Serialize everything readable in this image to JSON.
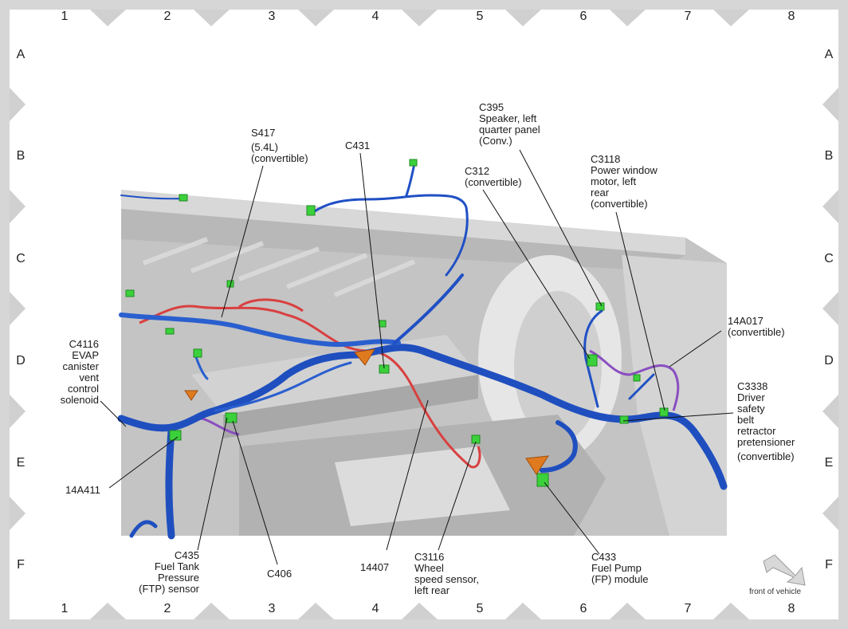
{
  "grid": {
    "columns": [
      "1",
      "2",
      "3",
      "4",
      "5",
      "6",
      "7",
      "8"
    ],
    "rows": [
      "A",
      "B",
      "C",
      "D",
      "E",
      "F"
    ]
  },
  "labels": {
    "s417": [
      "S417",
      "(5.4L)",
      "(convertible)"
    ],
    "c431": [
      "C431"
    ],
    "c395": [
      "C395",
      "Speaker, left",
      "quarter panel",
      "(Conv.)"
    ],
    "c312": [
      "C312",
      "(convertible)"
    ],
    "c3118": [
      "C3118",
      "Power window",
      "motor, left",
      "rear",
      "(convertible)"
    ],
    "a14a017": [
      "14A017",
      "(convertible)"
    ],
    "c4116": [
      "C4116",
      "EVAP",
      "canister",
      "vent",
      "control",
      "solenoid"
    ],
    "c3338": [
      "C3338",
      "Driver",
      "safety",
      "belt",
      "retractor",
      "pretensioner",
      "(convertible)"
    ],
    "a14a411": [
      "14A411"
    ],
    "c435": [
      "C435",
      "Fuel Tank",
      "Pressure",
      "(FTP) sensor"
    ],
    "c406": [
      "C406"
    ],
    "a14407": [
      "14407"
    ],
    "c3116": [
      "C3116",
      "Wheel",
      "speed sensor,",
      "left rear"
    ],
    "c433": [
      "C433",
      "Fuel Pump",
      "(FP) module"
    ]
  },
  "front_of_vehicle": "front of vehicle",
  "colors": {
    "frame_gray": "#d0d0d0",
    "body_gray": "#c8c8c8",
    "harness_blue": "#1f4fbf",
    "wire_red": "#d94040",
    "wire_purple": "#8a4fc0",
    "connector_green": "#3bd13b",
    "connector_orange": "#e07a1f"
  }
}
